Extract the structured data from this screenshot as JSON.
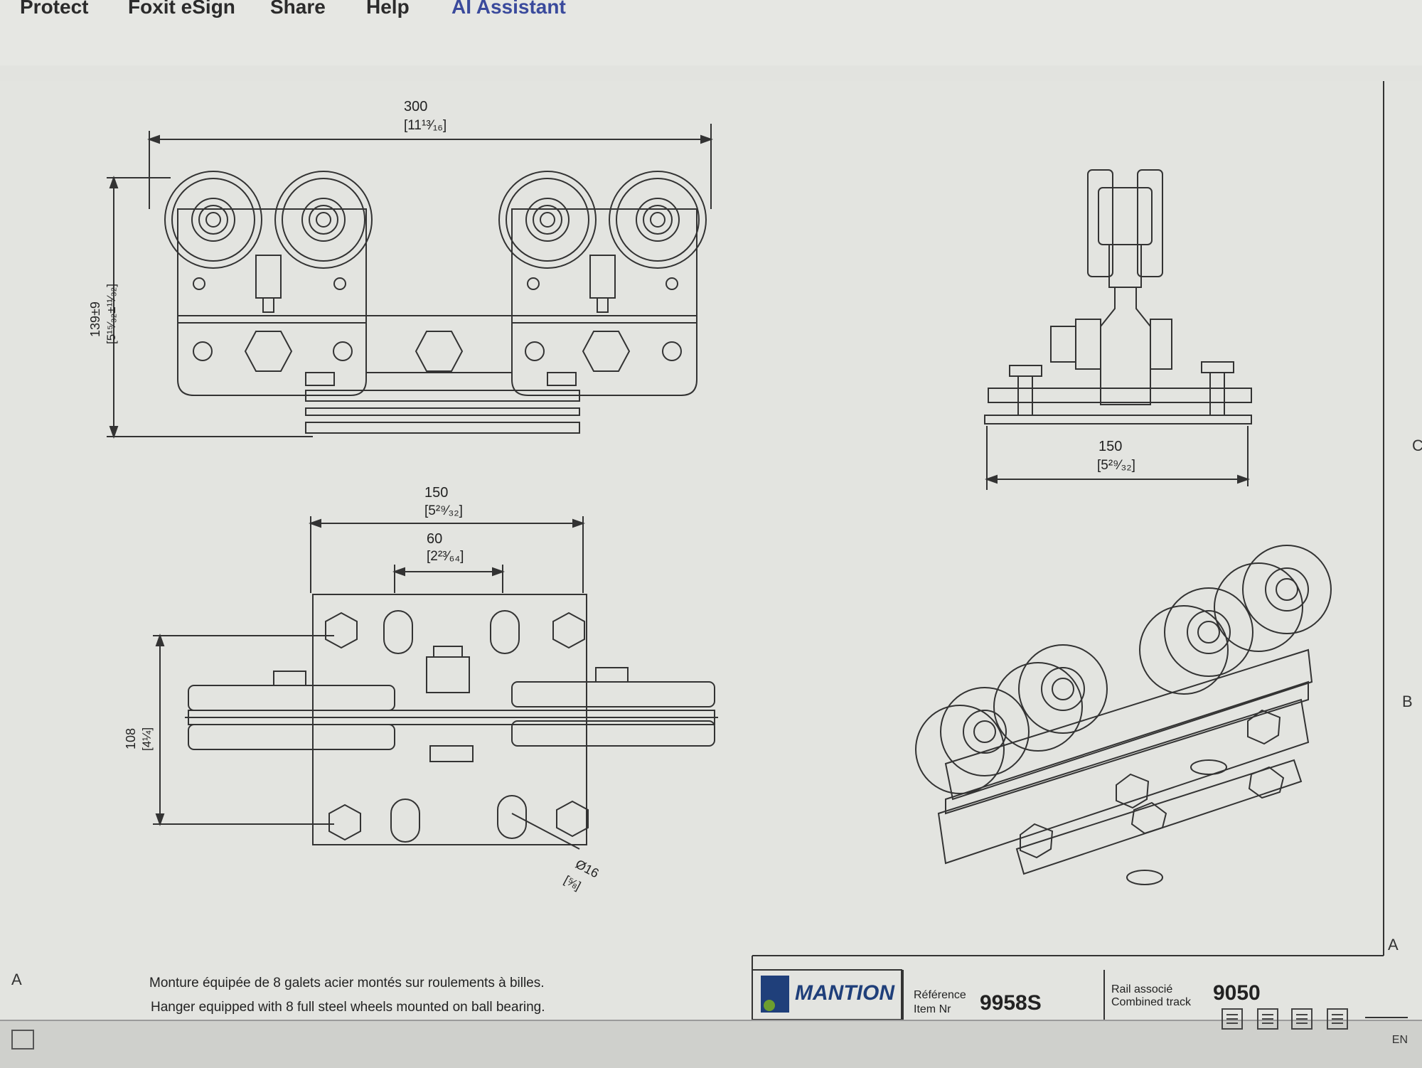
{
  "menu": [
    {
      "label": "Protect"
    },
    {
      "label": "Foxit eSign"
    },
    {
      "label": "Share"
    },
    {
      "label": "Help"
    },
    {
      "label": "AI Assistant"
    }
  ],
  "drawing": {
    "dims": {
      "width_total": "300",
      "width_total_in": "[11¹³⁄₁₆]",
      "height_total": "139±9",
      "height_total_in": "[5¹⁵⁄₃₂±¹¹⁄₃₂]",
      "side_width": "150",
      "side_width_in": "[5²⁹⁄₃₂]",
      "plate_width": "150",
      "plate_width_in": "[5²⁹⁄₃₂]",
      "slot_spacing": "60",
      "slot_spacing_in": "[2²³⁄₆₄]",
      "plate_depth": "108",
      "plate_depth_in": "[4¼]",
      "hole_dia": "Ø16",
      "hole_dia_in": "[⅝]"
    },
    "margin_letters": {
      "a_left": "A",
      "a_right": "A",
      "b_right": "B",
      "c_right": "C"
    },
    "caption_fr": "Monture équipée de 8 galets acier montés sur roulements à billes.",
    "caption_en": "Hanger equipped with 8 full steel wheels mounted on ball bearing."
  },
  "title_block": {
    "brand": "MANTION",
    "ref_label_fr": "Référence",
    "ref_label_en": "Item Nr",
    "ref_value": "9958S",
    "rail_label_fr": "Rail associé",
    "rail_label_en": "Combined track",
    "rail_value": "9050"
  },
  "status": {
    "lang": "EN"
  }
}
